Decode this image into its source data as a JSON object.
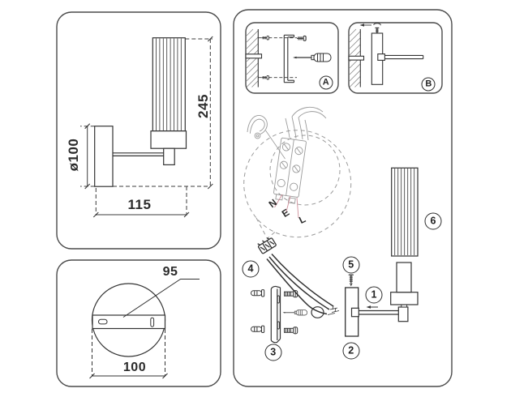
{
  "colors": {
    "line": "#333333",
    "panel_border": "#4a4a4a",
    "ghost_detail": "#999999",
    "leader_pink": "#cf8f9a",
    "background": "#ffffff"
  },
  "side_view": {
    "height": "245",
    "diameter": "ø100",
    "arm_length": "115"
  },
  "back_plate": {
    "slot_spacing": "95",
    "width": "100"
  },
  "assembly": {
    "steps": {
      "a": "A",
      "b": "B"
    },
    "terminals": {
      "neutral": "N",
      "earth": "E",
      "live": "L"
    },
    "parts": {
      "arm": "1",
      "back_plate": "2",
      "bracket": "3",
      "connector": "4",
      "locking_screw": "5",
      "shade": "6"
    }
  }
}
